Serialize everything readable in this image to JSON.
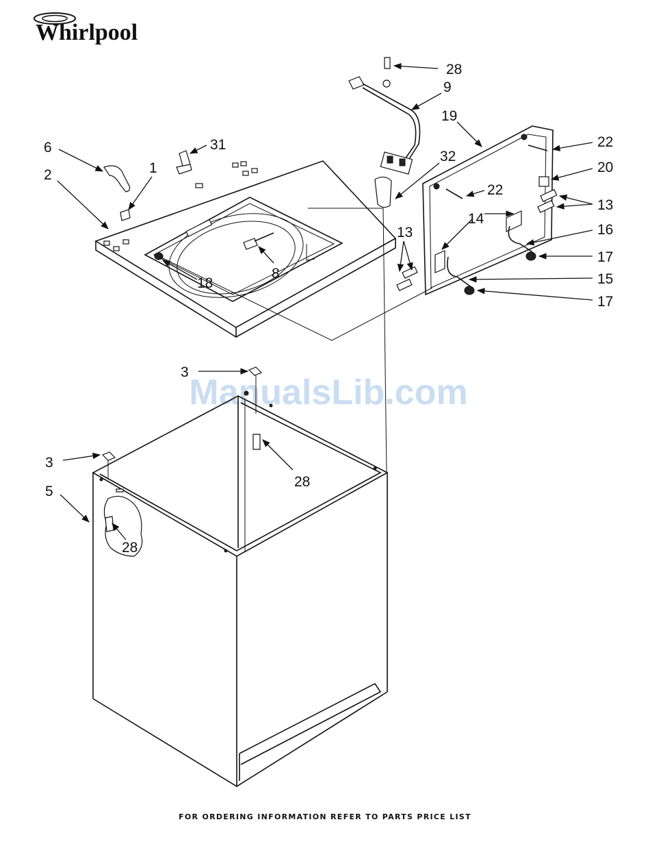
{
  "brand": {
    "logo_text": "Whirlpool"
  },
  "watermark": "ManualsLib.com",
  "footer": "FOR ORDERING INFORMATION REFER TO PARTS PRICE LIST",
  "callouts": {
    "c28a": "28",
    "c9": "9",
    "c19": "19",
    "c22a": "22",
    "c20": "20",
    "c22b": "22",
    "c13a": "13",
    "c32": "32",
    "c14": "14",
    "c16": "16",
    "c13b": "13",
    "c17a": "17",
    "c15": "15",
    "c17b": "17",
    "c6": "6",
    "c31": "31",
    "c1": "1",
    "c2": "2",
    "c18": "18",
    "c8": "8",
    "c3a": "3",
    "c28b": "28",
    "c3b": "3",
    "c5": "5",
    "c28c": "28"
  }
}
